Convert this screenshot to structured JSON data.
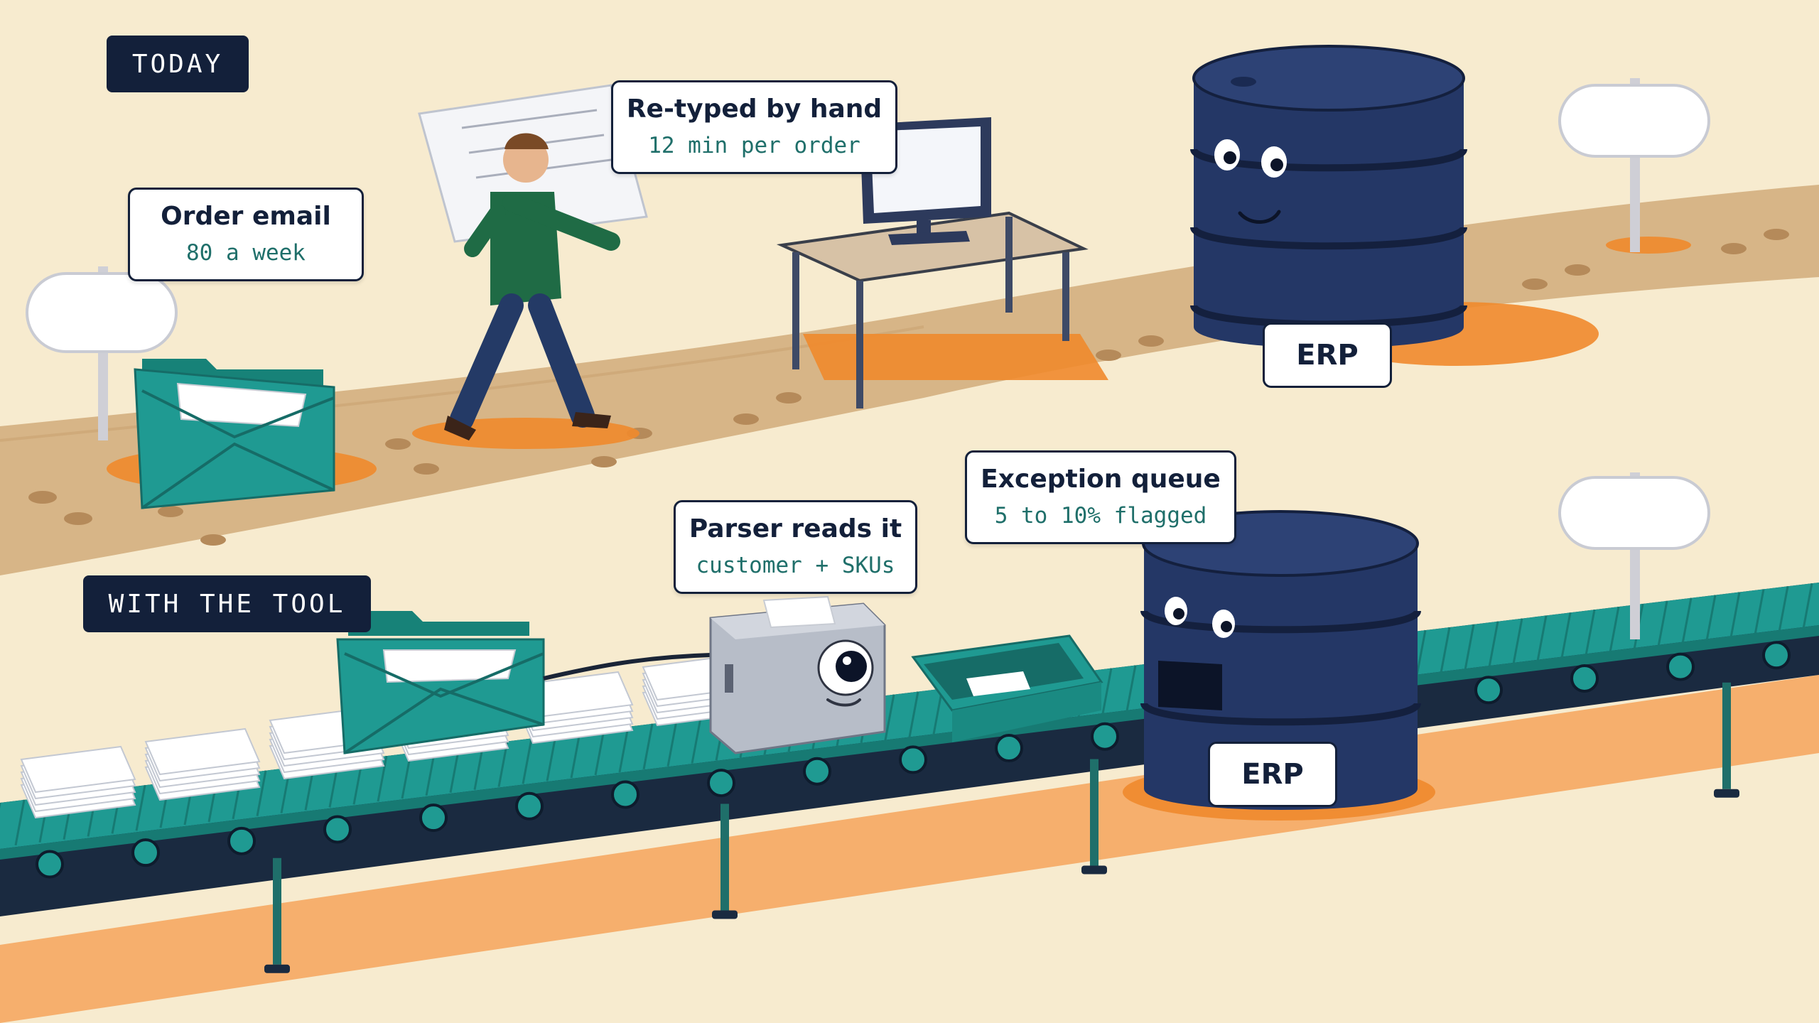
{
  "sections": {
    "today": "TODAY",
    "with_tool": "WITH THE TOOL"
  },
  "today": {
    "order_email": {
      "title": "Order email",
      "detail": "80 a week"
    },
    "retyped": {
      "title": "Re-typed by hand",
      "detail": "12 min per order"
    },
    "erp": "ERP"
  },
  "tool": {
    "parser": {
      "title": "Parser reads it",
      "detail": "customer + SKUs"
    },
    "exception": {
      "title": "Exception queue",
      "detail": "5 to 10% flagged"
    },
    "erp": "ERP"
  },
  "colors": {
    "background": "#f7ebcf",
    "navy": "#13203a",
    "barrel": "#1f3160",
    "teal": "#1f9a92",
    "teal_dark": "#177a73",
    "orange": "#f08a2c",
    "dirt": "#d9b98a"
  }
}
